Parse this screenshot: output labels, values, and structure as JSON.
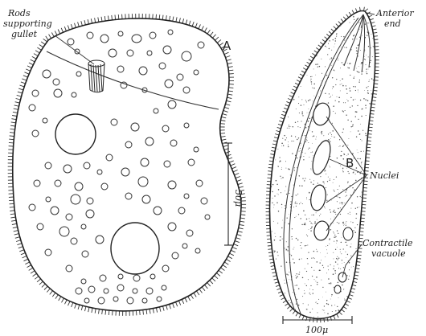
{
  "figure": {
    "panel_a": {
      "letter": "A",
      "rods_label_1": "Rods",
      "rods_label_2": "supporting",
      "rods_label_3": "gullet",
      "scale_label": "50μ"
    },
    "panel_b": {
      "letter": "B",
      "anterior_1": "Anterior",
      "anterior_2": "end",
      "nuclei": "Nuclei",
      "vacuole_1": "Contractile",
      "vacuole_2": "vacuole",
      "scale_label": "100μ"
    }
  }
}
